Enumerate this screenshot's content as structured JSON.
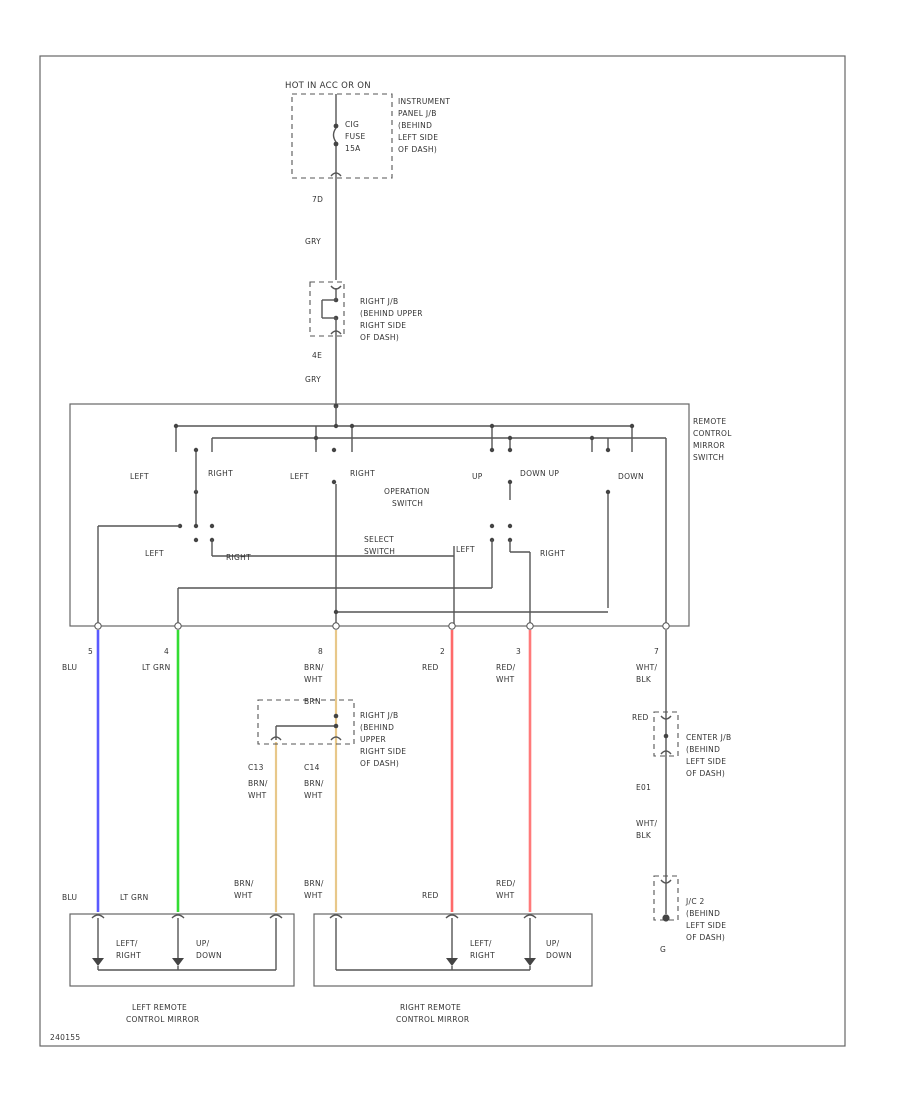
{
  "colors": {
    "blu": "#5a5aff",
    "lt_grn": "#33dd33",
    "brn_wht": "#e8c88a",
    "red": "#ff6a6a",
    "red_wht": "#ff7a7a",
    "line": "#555555"
  },
  "labels": {
    "hot": "HOT IN ACC OR ON",
    "ip_jb": [
      "INSTRUMENT",
      "PANEL J/B",
      "(BEHIND",
      "LEFT SIDE",
      "OF DASH)"
    ],
    "fuse": [
      "CIG",
      "FUSE",
      "15A"
    ],
    "conn_top": "7D",
    "wire_gry1": "GRY",
    "right_jb": [
      "RIGHT J/B",
      "(BEHIND UPPER",
      "RIGHT SIDE",
      "OF DASH)"
    ],
    "conn_mid": "4E",
    "wire_gry2": "GRY",
    "rcm_switch": [
      "REMOTE",
      "CONTROL",
      "MIRROR",
      "SWITCH"
    ],
    "sw_left1": "LEFT",
    "sw_right1": "RIGHT",
    "sw_left2": "LEFT",
    "sw_right2": "RIGHT",
    "sw_up1": "UP",
    "sw_down_up": "DOWN UP",
    "sw_down": "DOWN",
    "operation": [
      "OPERATION",
      "SWITCH"
    ],
    "select": [
      "SELECT",
      "SWITCH"
    ],
    "sel_left": "LEFT",
    "sel_right": "RIGHT",
    "sel_left2": "LEFT",
    "sel_right2": "RIGHT",
    "pin_blu": "5",
    "pin_ltgrn": "4",
    "pin_brnwht": "8",
    "pin_red": "2",
    "pin_redwht": "3",
    "pin_whtblk": "7",
    "w_blu": "BLU",
    "w_ltgrn": "LT GRN",
    "w_brnwht": [
      "BRN/",
      "WHT"
    ],
    "w_red": "RED",
    "w_redwht": [
      "RED/",
      "WHT"
    ],
    "w_whtblk": [
      "WHT/",
      "BLK"
    ],
    "brn_tag": "BRN",
    "right_jb2": [
      "RIGHT J/B",
      "(BEHIND",
      "UPPER",
      "RIGHT SIDE",
      "OF DASH)"
    ],
    "c13": "C13",
    "c14": "C14",
    "w_brnwht2": [
      "BRN/",
      "WHT"
    ],
    "w_brnwht3": [
      "BRN/",
      "WHT"
    ],
    "red_tag": "RED",
    "center_jb": [
      "CENTER J/B",
      "(BEHIND",
      "LEFT SIDE",
      "OF DASH)"
    ],
    "e01": "E01",
    "w_whtblk2": [
      "WHT/",
      "BLK"
    ],
    "lh2": [
      "J/C 2",
      "(BEHIND",
      "LEFT SIDE",
      "OF DASH)"
    ],
    "ground": "G",
    "b_blu": "BLU",
    "b_ltgrn": "LT GRN",
    "b_brnwht": [
      "BRN/",
      "WHT"
    ],
    "b_brnwht2": [
      "BRN/",
      "WHT"
    ],
    "b_red": "RED",
    "b_redwht": [
      "RED/",
      "WHT"
    ],
    "lm_motor1": [
      "LEFT/",
      "RIGHT"
    ],
    "lm_motor2": [
      "UP/",
      "DOWN"
    ],
    "rm_motor1": [
      "LEFT/",
      "RIGHT"
    ],
    "rm_motor2": [
      "UP/",
      "DOWN"
    ],
    "left_mirror": [
      "LEFT REMOTE",
      "CONTROL MIRROR"
    ],
    "right_mirror": [
      "RIGHT REMOTE",
      "CONTROL MIRROR"
    ],
    "code": "240155"
  }
}
